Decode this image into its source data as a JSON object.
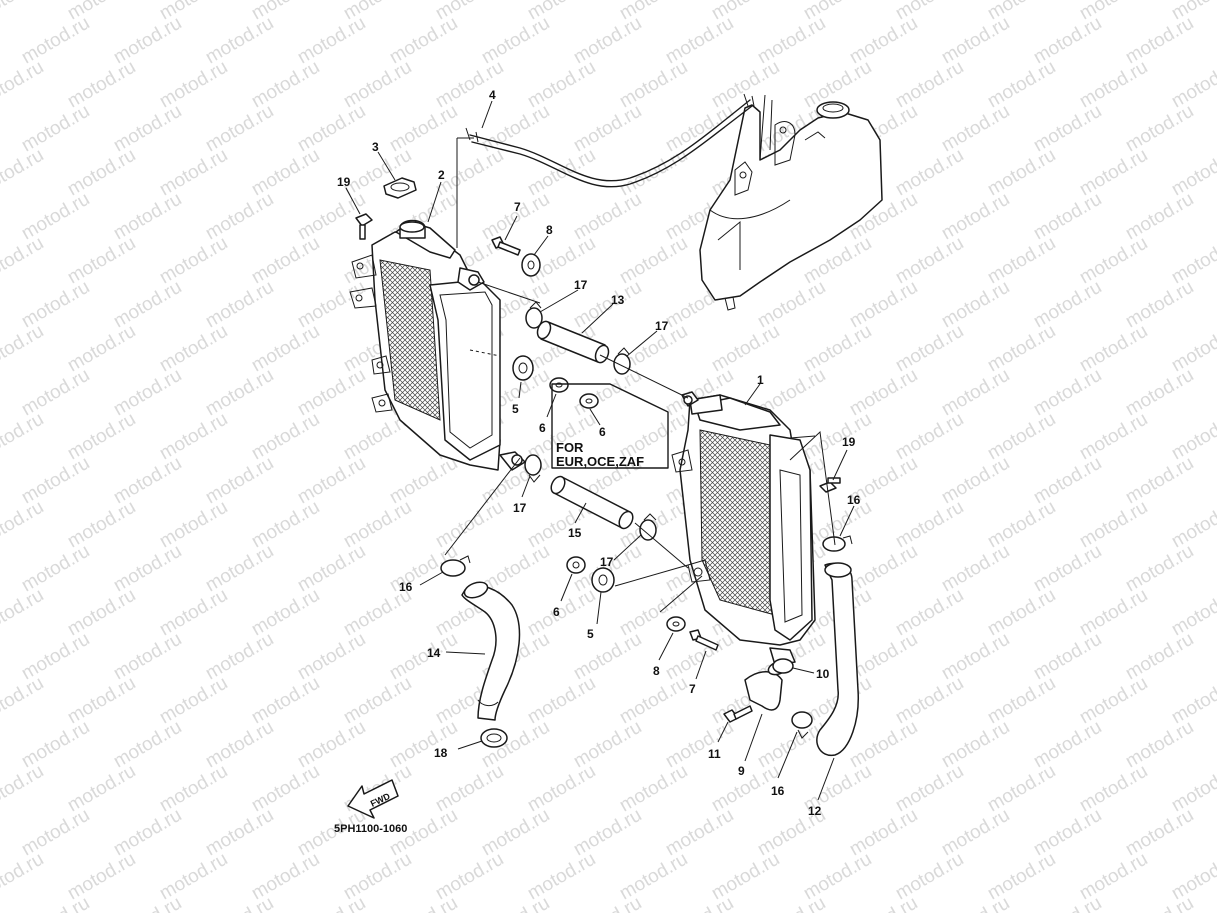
{
  "watermark": "motod.ru",
  "diagram_code": "5PH1100-1060",
  "fwd_label": "FWD",
  "note": {
    "line1": "FOR",
    "line2": "EUR,OCE,ZAF",
    "ref": "6"
  },
  "callouts": {
    "c1": "1",
    "c2": "2",
    "c3": "3",
    "c4": "4",
    "c5a": "5",
    "c5b": "5",
    "c6a": "6",
    "c6b": "6",
    "c7a": "7",
    "c7b": "7",
    "c8a": "8",
    "c8b": "8",
    "c9": "9",
    "c10": "10",
    "c11": "11",
    "c12": "12",
    "c13": "13",
    "c14": "14",
    "c15": "15",
    "c16a": "16",
    "c16b": "16",
    "c16c": "16",
    "c17a": "17",
    "c17b": "17",
    "c17c": "17",
    "c17d": "17",
    "c18": "18",
    "c19a": "19",
    "c19b": "19"
  }
}
